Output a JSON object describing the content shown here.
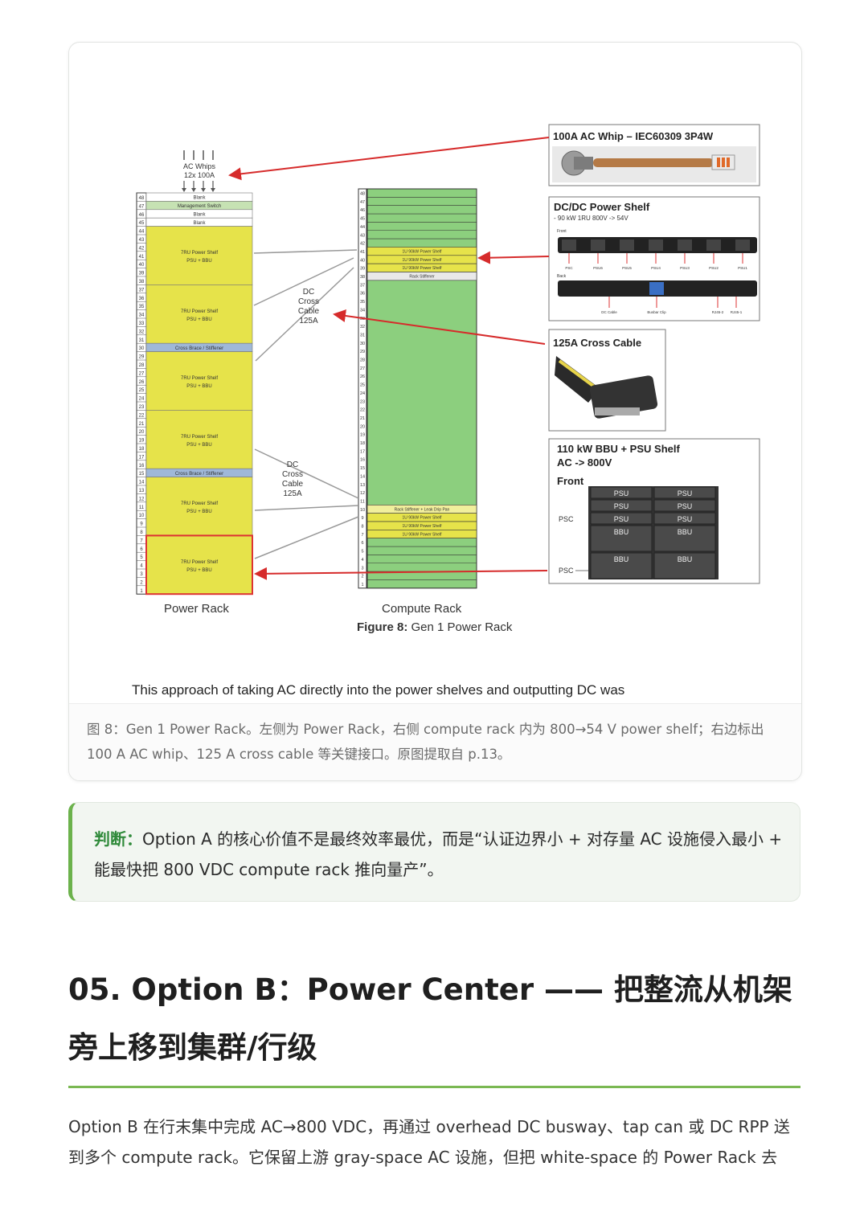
{
  "figure": {
    "ac_whips_label": "AC Whips",
    "ac_whips_sub": "12x 100A",
    "power_rack_label": "Power Rack",
    "compute_rack_label": "Compute Rack",
    "figure_caption_bold": "Figure 8:",
    "figure_caption_rest": " Gen 1 Power Rack",
    "power_rack_slots": [
      {
        "label": "Blank"
      },
      {
        "label": "Management Switch"
      },
      {
        "label": "Blank"
      },
      {
        "label": "Blank"
      },
      {
        "label": "7RU Power Shelf",
        "sub": "PSU + BBU"
      },
      {
        "label": "7RU Power Shelf",
        "sub": "PSU + BBU"
      },
      {
        "label": "Cross Brace / Stiffener"
      },
      {
        "label": "7RU Power Shelf",
        "sub": "PSU + BBU"
      },
      {
        "label": "7RU Power Shelf",
        "sub": "PSU + BBU"
      },
      {
        "label": "Cross Brace / Stiffener"
      },
      {
        "label": "7RU Power Shelf",
        "sub": "PSU + BBU"
      },
      {
        "label": "7RU Power Shelf",
        "sub": "PSU + BBU"
      }
    ],
    "compute_top_shelves": [
      "1U 90kW Power Shelf",
      "1U 90kW Power Shelf",
      "1U 90kW Power Shelf"
    ],
    "compute_top_stiffener": "Rack Stiffener",
    "compute_bottom_stiffener": "Rack Stiffener + Leak Drip Pan",
    "compute_bottom_shelves": [
      "1U 90kW Power Shelf",
      "1U 90kW Power Shelf",
      "1U 90kW Power Shelf"
    ],
    "cable_label_1": [
      "DC",
      "Cross",
      "Cable",
      "125A"
    ],
    "cable_label_2": [
      "DC",
      "Cross",
      "Cable",
      "125A"
    ],
    "whip_box_title": "100A AC Whip – IEC60309 3P4W",
    "dcdc_title": "DC/DC Power Shelf",
    "dcdc_sub": "- 90 kW 1RU 800V -> 54V",
    "dcdc_front": "Front",
    "dcdc_back": "Back",
    "dcdc_front_ports": [
      "PSC",
      "PSU6",
      "PSU5",
      "PSU4",
      "PSU3",
      "PSU2",
      "PSU1"
    ],
    "dcdc_back_ports": [
      "DC Cable",
      "Busbar Clip",
      "RJ45-2",
      "RJ45-1"
    ],
    "cross_cable_title": "125A Cross Cable",
    "bbu_title_1": "110 kW BBU + PSU Shelf",
    "bbu_title_2": "AC -> 800V",
    "bbu_front": "Front",
    "bbu_psc": "PSC",
    "bbu_modules": [
      "PSU",
      "PSU",
      "PSU",
      "PSU",
      "PSU",
      "PSU",
      "BBU",
      "BBU",
      "BBU",
      "BBU"
    ]
  },
  "cut_text": "This approach of taking AC directly into the power shelves and outputting DC was",
  "caption": "图 8：Gen 1 Power Rack。左侧为 Power Rack，右侧 compute rack 内为 800→54 V power shelf；右边标出 100 A AC whip、125 A cross cable 等关键接口。原图提取自 p.13。",
  "callout": {
    "lead": "判断：",
    "text": "Option A 的核心价值不是最终效率最优，而是“认证边界小 + 对存量 AC 设施侵入最小 + 能最快把 800 VDC compute rack 推向量产”。"
  },
  "heading": "05. Option B：Power Center —— 把整流从机架旁上移到集群/行级",
  "body": "Option B 在行末集中完成 AC→800 VDC，再通过 overhead DC busway、tap can 或 DC RPP 送到多个 compute rack。它保留上游 gray-space AC 设施，但把 white-space 的 Power Rack 去",
  "colors": {
    "accent_green": "#6cb24c",
    "shelf_yellow": "#e6e34a",
    "compute_green": "#8ccf7e",
    "arrow_red": "#d62b2b"
  }
}
